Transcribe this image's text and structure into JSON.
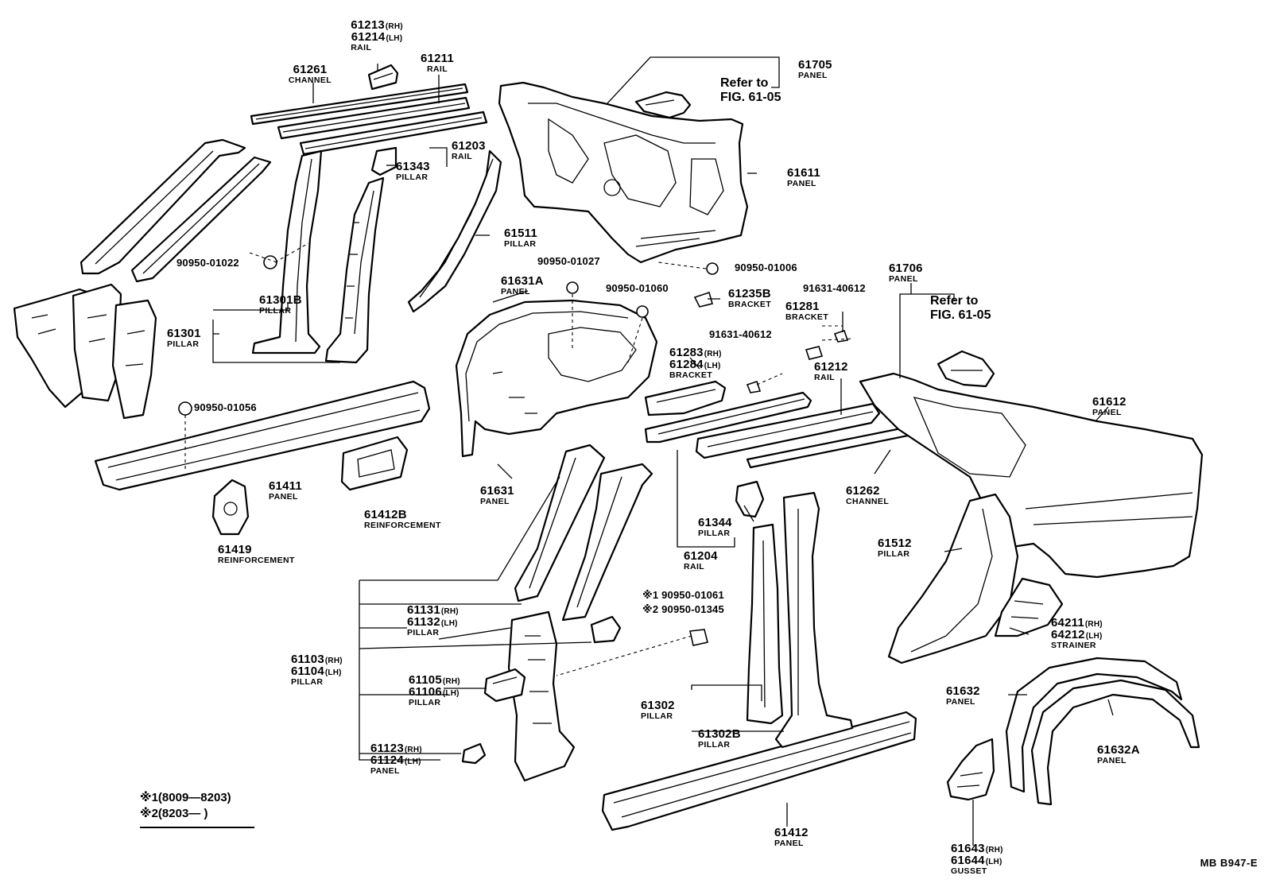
{
  "labels": {
    "p61213": {
      "num": "61213",
      "tag": "(RH)",
      "num2": "61214",
      "tag2": "(LH)",
      "name": "RAIL"
    },
    "p61261": {
      "num": "61261",
      "name": "CHANNEL"
    },
    "p61211": {
      "num": "61211",
      "name": "RAIL"
    },
    "p61203": {
      "num": "61203",
      "name": "RAIL"
    },
    "p61343": {
      "num": "61343",
      "name": "PILLAR"
    },
    "p61511": {
      "num": "61511",
      "name": "PILLAR"
    },
    "p61611": {
      "num": "61611",
      "name": "PANEL"
    },
    "p61705": {
      "num": "61705",
      "name": "PANEL"
    },
    "p61301b": {
      "num": "61301B",
      "name": "PILLAR"
    },
    "p61301": {
      "num": "61301",
      "name": "PILLAR"
    },
    "p61631a": {
      "num": "61631A",
      "name": "PANEL"
    },
    "p61631": {
      "num": "61631",
      "name": "PANEL"
    },
    "p61235b": {
      "num": "61235B",
      "name": "BRACKET"
    },
    "p61281": {
      "num": "61281",
      "name": "BRACKET"
    },
    "p61706": {
      "num": "61706",
      "name": "PANEL"
    },
    "p61283": {
      "num": "61283",
      "tag": "(RH)",
      "num2": "61284",
      "tag2": "(LH)",
      "name": "BRACKET"
    },
    "p61212": {
      "num": "61212",
      "name": "RAIL"
    },
    "p61612": {
      "num": "61612",
      "name": "PANEL"
    },
    "p61411": {
      "num": "61411",
      "name": "PANEL"
    },
    "p61412b": {
      "num": "61412B",
      "name": "REINFORCEMENT"
    },
    "p61419": {
      "num": "61419",
      "name": "REINFORCEMENT"
    },
    "p61262": {
      "num": "61262",
      "name": "CHANNEL"
    },
    "p61344": {
      "num": "61344",
      "name": "PILLAR"
    },
    "p61204": {
      "num": "61204",
      "name": "RAIL"
    },
    "p61512": {
      "num": "61512",
      "name": "PILLAR"
    },
    "p61131": {
      "num": "61131",
      "tag": "(RH)",
      "num2": "61132",
      "tag2": "(LH)",
      "name": "PILLAR"
    },
    "p61103": {
      "num": "61103",
      "tag": "(RH)",
      "num2": "61104",
      "tag2": "(LH)",
      "name": "PILLAR"
    },
    "p61105": {
      "num": "61105",
      "tag": "(RH)",
      "num2": "61106",
      "tag2": "(LH)",
      "name": "PILLAR"
    },
    "p61123": {
      "num": "61123",
      "tag": "(RH)",
      "num2": "61124",
      "tag2": "(LH)",
      "name": "PANEL"
    },
    "p64211": {
      "num": "64211",
      "tag": "(RH)",
      "num2": "64212",
      "tag2": "(LH)",
      "name": "STRAINER"
    },
    "p61302": {
      "num": "61302",
      "name": "PILLAR"
    },
    "p61302b": {
      "num": "61302B",
      "name": "PILLAR"
    },
    "p61632": {
      "num": "61632",
      "name": "PANEL"
    },
    "p61632a": {
      "num": "61632A",
      "name": "PANEL"
    },
    "p61412": {
      "num": "61412",
      "name": "PANEL"
    },
    "p61643": {
      "num": "61643",
      "tag": "(RH)",
      "num2": "61644",
      "tag2": "(LH)",
      "name": "GUSSET"
    }
  },
  "fasteners": {
    "f01022": "90950-01022",
    "f01027": "90950-01027",
    "f01060": "90950-01060",
    "f01006": "90950-01006",
    "f40612a": "91631-40612",
    "f40612b": "91631-40612",
    "f01056": "90950-01056",
    "f01061": "※1 90950-01061",
    "f01345": "※2 90950-01345"
  },
  "refs": {
    "upper": {
      "line1": "Refer to",
      "line2": "FIG. 61-05"
    },
    "lower": {
      "line1": "Refer to",
      "line2": "FIG. 61-05"
    }
  },
  "legend": {
    "row1": "※1(8009—8203)",
    "row2": "※2(8203—        )"
  },
  "code": "MB  B947-E"
}
